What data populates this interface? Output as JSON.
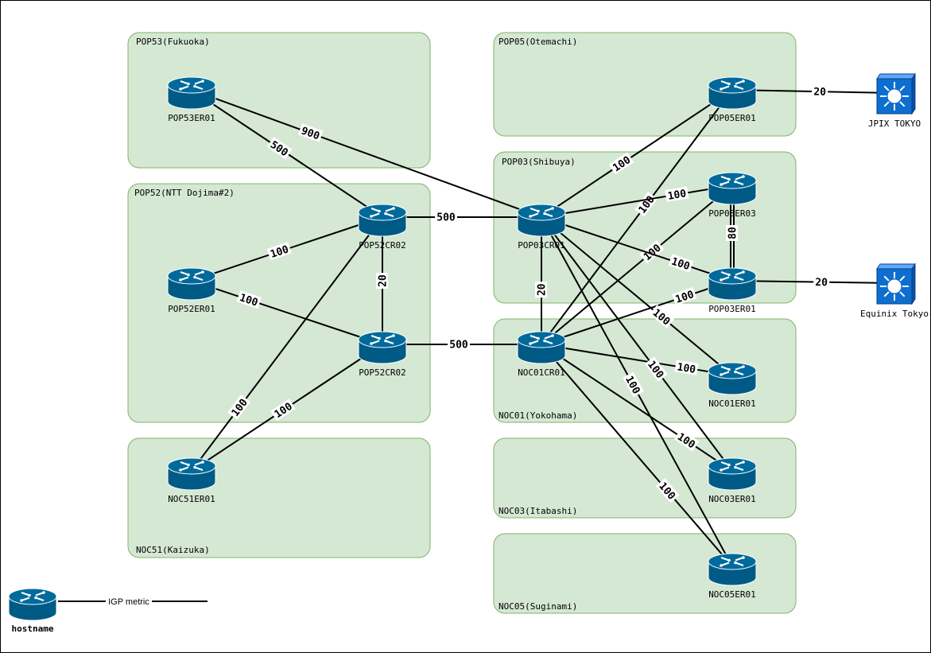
{
  "sites": [
    {
      "id": "pop53",
      "label": "POP53(Fukuoka)"
    },
    {
      "id": "pop52",
      "label": "POP52(NTT Dojima#2)"
    },
    {
      "id": "noc51",
      "label": "NOC51(Kaizuka)"
    },
    {
      "id": "pop05",
      "label": "POP05(Otemachi)"
    },
    {
      "id": "pop03",
      "label": "POP03(Shibuya)"
    },
    {
      "id": "noc01",
      "label": "NOC01(Yokohama)"
    },
    {
      "id": "noc03",
      "label": "NOC03(Itabashi)"
    },
    {
      "id": "noc05",
      "label": "NOC05(Suginami)"
    }
  ],
  "routers": [
    {
      "id": "POP53ER01",
      "label": "POP53ER01",
      "type": "router"
    },
    {
      "id": "POP52CR02a",
      "label": "POP52CR02",
      "type": "router"
    },
    {
      "id": "POP52ER01",
      "label": "POP52ER01",
      "type": "router"
    },
    {
      "id": "POP52CR02b",
      "label": "POP52CR02",
      "type": "router"
    },
    {
      "id": "NOC51ER01",
      "label": "NOC51ER01",
      "type": "router"
    },
    {
      "id": "POP05ER01",
      "label": "POP05ER01",
      "type": "router"
    },
    {
      "id": "POP03CR01",
      "label": "POP03CR01",
      "type": "router"
    },
    {
      "id": "POP03ER03",
      "label": "POP03ER03",
      "type": "router"
    },
    {
      "id": "POP03ER01",
      "label": "POP03ER01",
      "type": "router"
    },
    {
      "id": "NOC01CR01",
      "label": "NOC01CR01",
      "type": "router"
    },
    {
      "id": "NOC01ER01",
      "label": "NOC01ER01",
      "type": "router"
    },
    {
      "id": "NOC03ER01",
      "label": "NOC03ER01",
      "type": "router"
    },
    {
      "id": "NOC05ER01",
      "label": "NOC05ER01",
      "type": "router"
    },
    {
      "id": "JPIX",
      "label": "JPIX TOKYO",
      "type": "switch"
    },
    {
      "id": "EQUINIX",
      "label": "Equinix Tokyo",
      "type": "switch"
    }
  ],
  "links": [
    {
      "from": "POP53ER01",
      "to": "POP03CR01",
      "metric": "900"
    },
    {
      "from": "POP53ER01",
      "to": "POP52CR02a",
      "metric": "500"
    },
    {
      "from": "POP52CR02a",
      "to": "POP03CR01",
      "metric": "500"
    },
    {
      "from": "POP52ER01",
      "to": "POP52CR02a",
      "metric": "100"
    },
    {
      "from": "POP52ER01",
      "to": "POP52CR02b",
      "metric": "100"
    },
    {
      "from": "POP52CR02a",
      "to": "POP52CR02b",
      "metric": "20"
    },
    {
      "from": "NOC51ER01",
      "to": "POP52CR02a",
      "metric": "100"
    },
    {
      "from": "NOC51ER01",
      "to": "POP52CR02b",
      "metric": "100"
    },
    {
      "from": "POP52CR02b",
      "to": "NOC01CR01",
      "metric": "500"
    },
    {
      "from": "POP03CR01",
      "to": "NOC01CR01",
      "metric": "20"
    },
    {
      "from": "POP03CR01",
      "to": "POP05ER01",
      "metric": "100"
    },
    {
      "from": "NOC01CR01",
      "to": "POP05ER01",
      "metric": "100"
    },
    {
      "from": "POP03CR01",
      "to": "POP03ER03",
      "metric": "100"
    },
    {
      "from": "NOC01CR01",
      "to": "POP03ER03",
      "metric": "100"
    },
    {
      "from": "POP03CR01",
      "to": "POP03ER01",
      "metric": "100"
    },
    {
      "from": "NOC01CR01",
      "to": "POP03ER01",
      "metric": "100"
    },
    {
      "from": "POP03ER03",
      "to": "POP03ER01",
      "metric": "80"
    },
    {
      "from": "POP03CR01",
      "to": "NOC01ER01",
      "metric": "100"
    },
    {
      "from": "NOC01CR01",
      "to": "NOC01ER01",
      "metric": "100"
    },
    {
      "from": "POP03CR01",
      "to": "NOC03ER01",
      "metric": "100"
    },
    {
      "from": "NOC01CR01",
      "to": "NOC03ER01",
      "metric": "100"
    },
    {
      "from": "POP03CR01",
      "to": "NOC05ER01",
      "metric": "100"
    },
    {
      "from": "NOC01CR01",
      "to": "NOC05ER01",
      "metric": "100"
    },
    {
      "from": "POP05ER01",
      "to": "JPIX",
      "metric": "20"
    },
    {
      "from": "POP03ER01",
      "to": "EQUINIX",
      "metric": "20"
    }
  ],
  "legend": {
    "host_label": "hostname",
    "line_label": "IGP metric"
  },
  "colors": {
    "site_fill": "#d5e8d4",
    "site_stroke": "#82b366",
    "router_top": "#006a9c",
    "router_body": "#005a86",
    "switch_fill": "#0d6ecf"
  }
}
